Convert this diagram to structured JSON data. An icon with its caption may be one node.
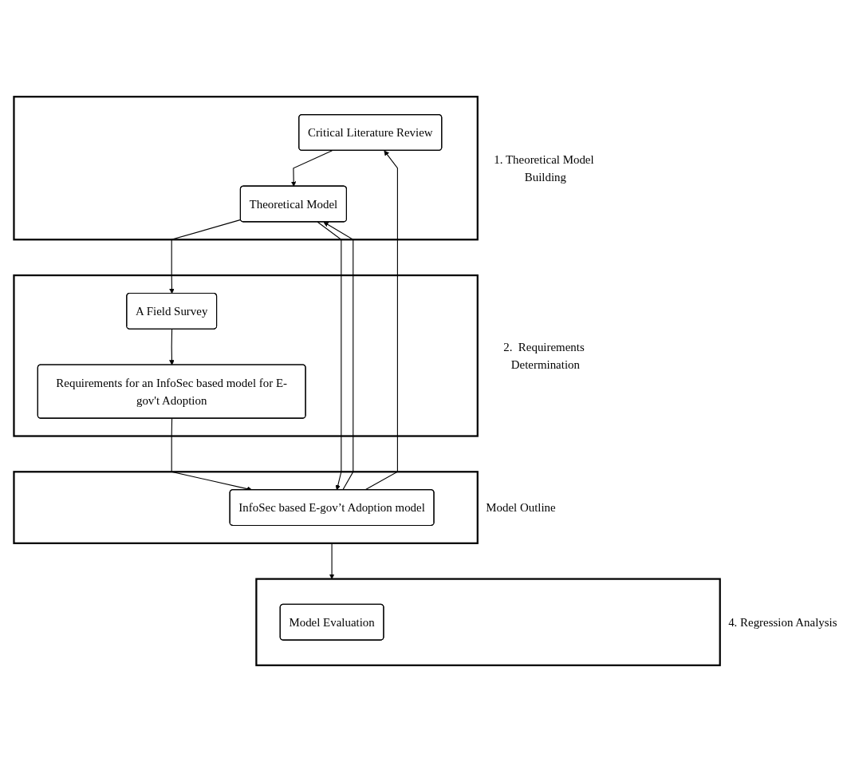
{
  "diagram": {
    "nodes": [
      {
        "text": [
          "1. Theoretical Model Building"
        ]
      },
      {
        "text": [
          "Critical Literature Review"
        ],
        "in": 0
      },
      {
        "text": [
          "Theoretical Model"
        ],
        "in": 0
      },
      {
        "text": [
          "2.  Requirements Determination"
        ]
      },
      {
        "text": [
          "A Field Survey"
        ],
        "in": 3
      },
      {
        "text": [
          "Requirements for an InfoSec based model for E-gov't Adoption"
        ],
        "in": 3
      },
      {
        "text": [
          "Model Outline"
        ]
      },
      {
        "text": [
          "InfoSec based E-gov’t Adoption model"
        ],
        "in": 6
      },
      {
        "text": [
          "4. Regression Analysis"
        ]
      },
      {
        "text": [
          "Model Evaluation"
        ],
        "in": 8
      }
    ],
    "edges": [
      {
        "from": 1,
        "to": 2,
        "arrow": "to"
      },
      {
        "from": 2,
        "to": 4,
        "arrow": "to"
      },
      {
        "from": 4,
        "to": 5,
        "arrow": "to"
      },
      {
        "from": 5,
        "to": 7,
        "arrow": "to"
      },
      {
        "from": 6,
        "to": 8,
        "arrow": "to"
      },
      {
        "from": 7,
        "to": 1,
        "arrow": "to"
      },
      {
        "from": 7,
        "to": 2,
        "arrow": "to"
      },
      {
        "from": 2,
        "to": 7,
        "arrow": "to"
      }
    ]
  }
}
